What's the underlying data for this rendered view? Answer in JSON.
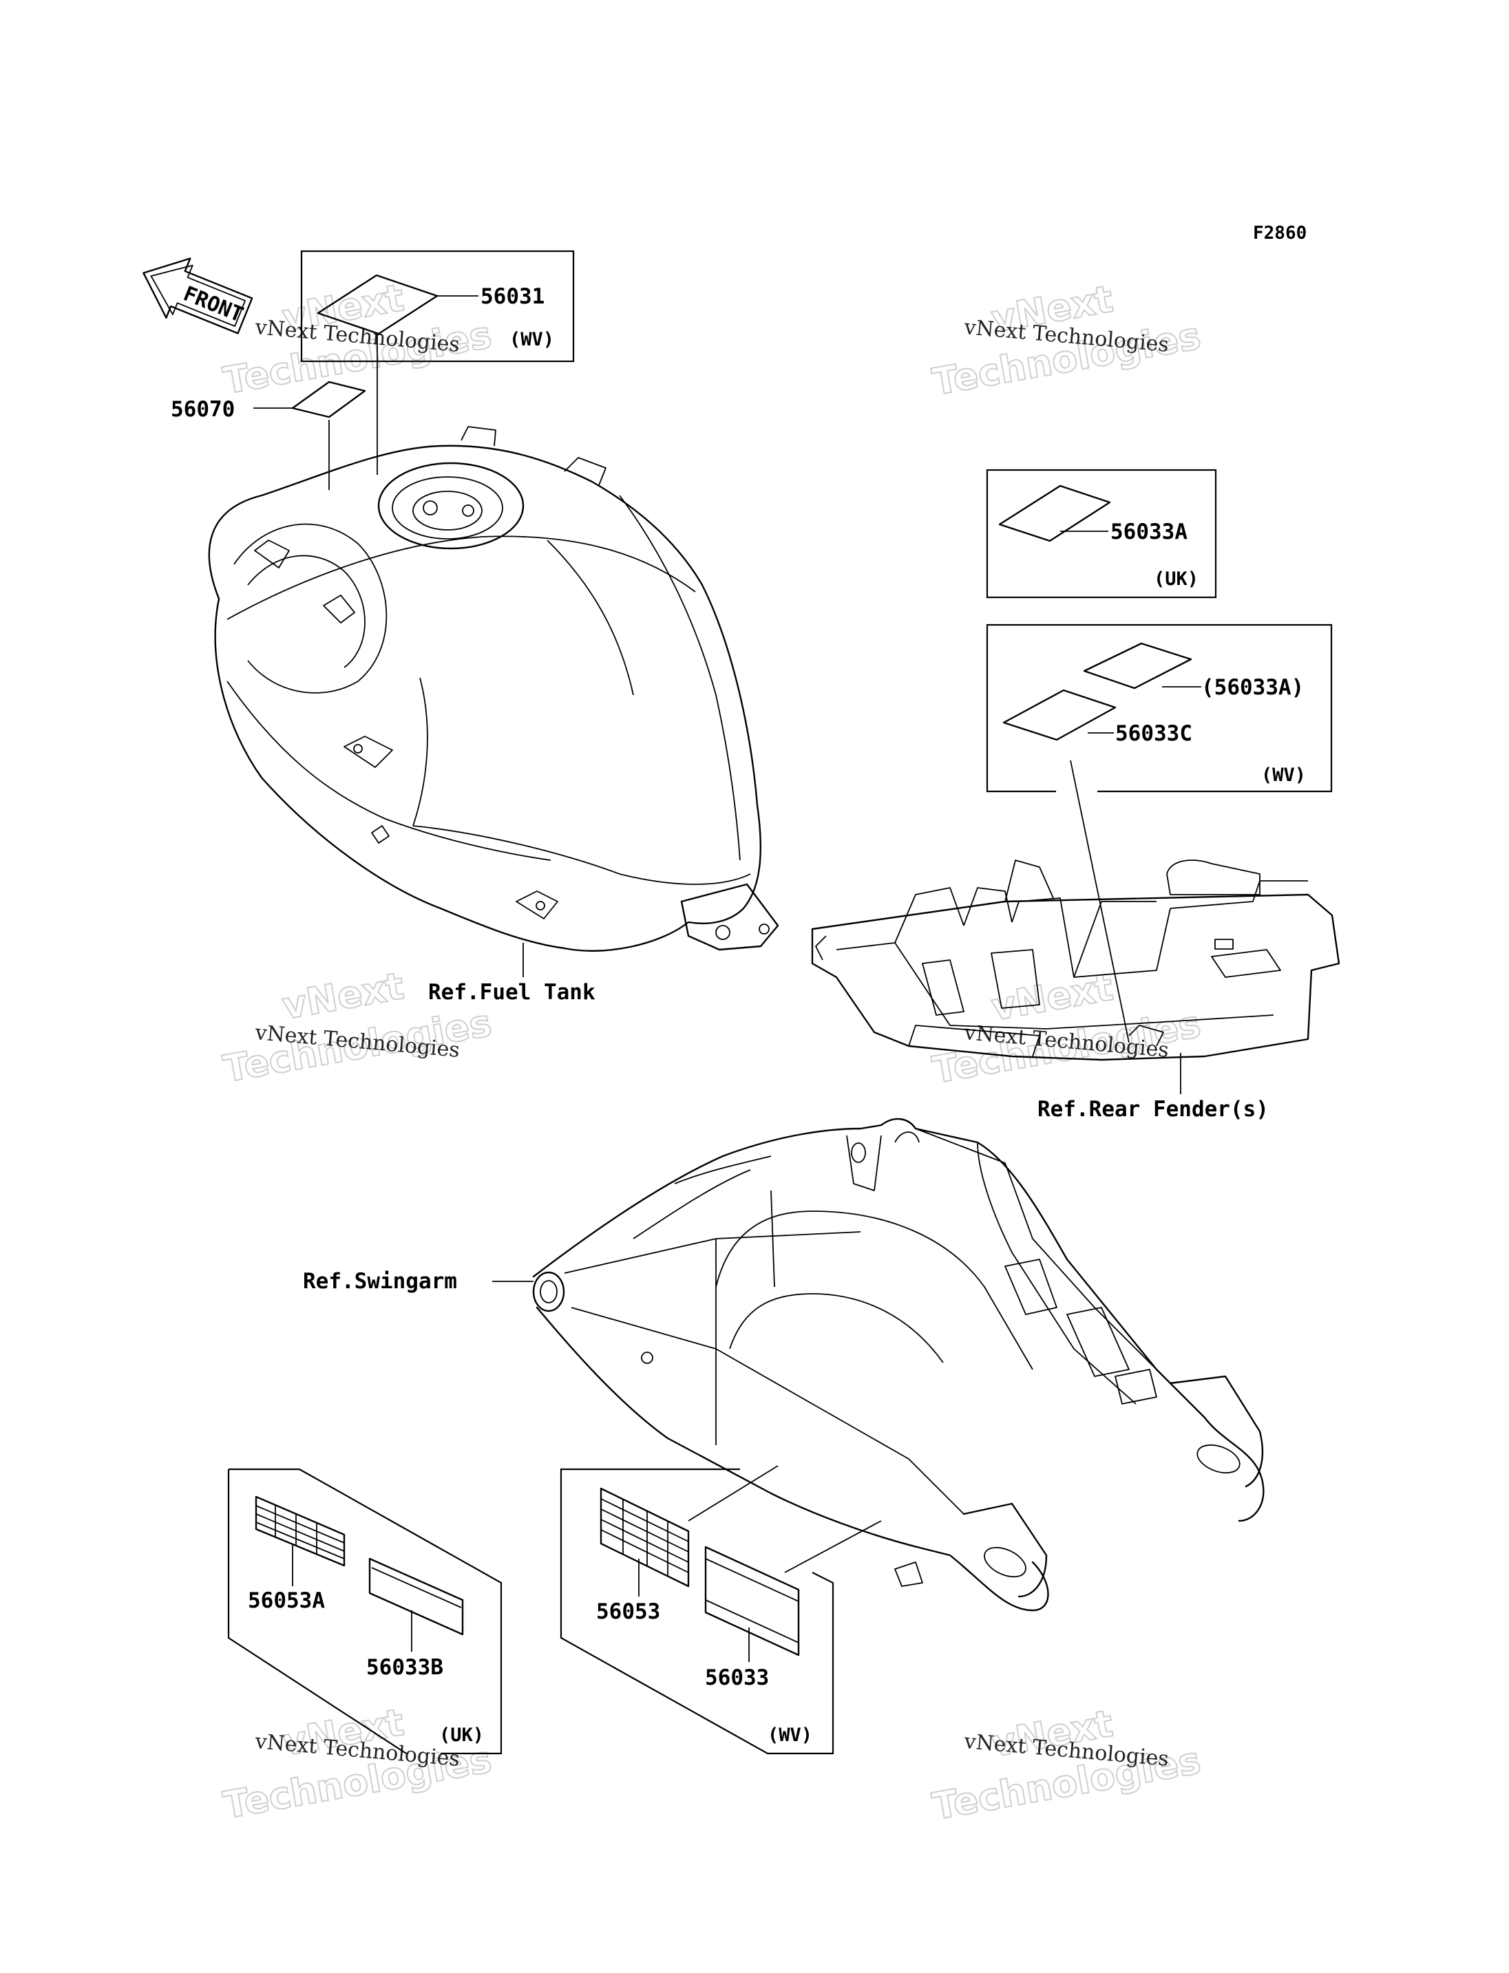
{
  "figure_code": "F2860",
  "arrow_label": "FRONT",
  "watermark": {
    "line1": "vNext Technologies",
    "outline_top": "vNext",
    "outline_bottom": "Technologies"
  },
  "parts": {
    "p56031": "56031",
    "p56070": "56070",
    "p56033A_uk": "56033A",
    "p56033A_wv": "(56033A)",
    "p56033C": "56033C",
    "p56053A": "56053A",
    "p56033B": "56033B",
    "p56053": "56053",
    "p56033": "56033"
  },
  "regions": {
    "wv": "(WV)",
    "uk": "(UK)"
  },
  "references": {
    "fuel_tank": "Ref.Fuel Tank",
    "rear_fender": "Ref.Rear Fender(s)",
    "swingarm": "Ref.Swingarm"
  }
}
